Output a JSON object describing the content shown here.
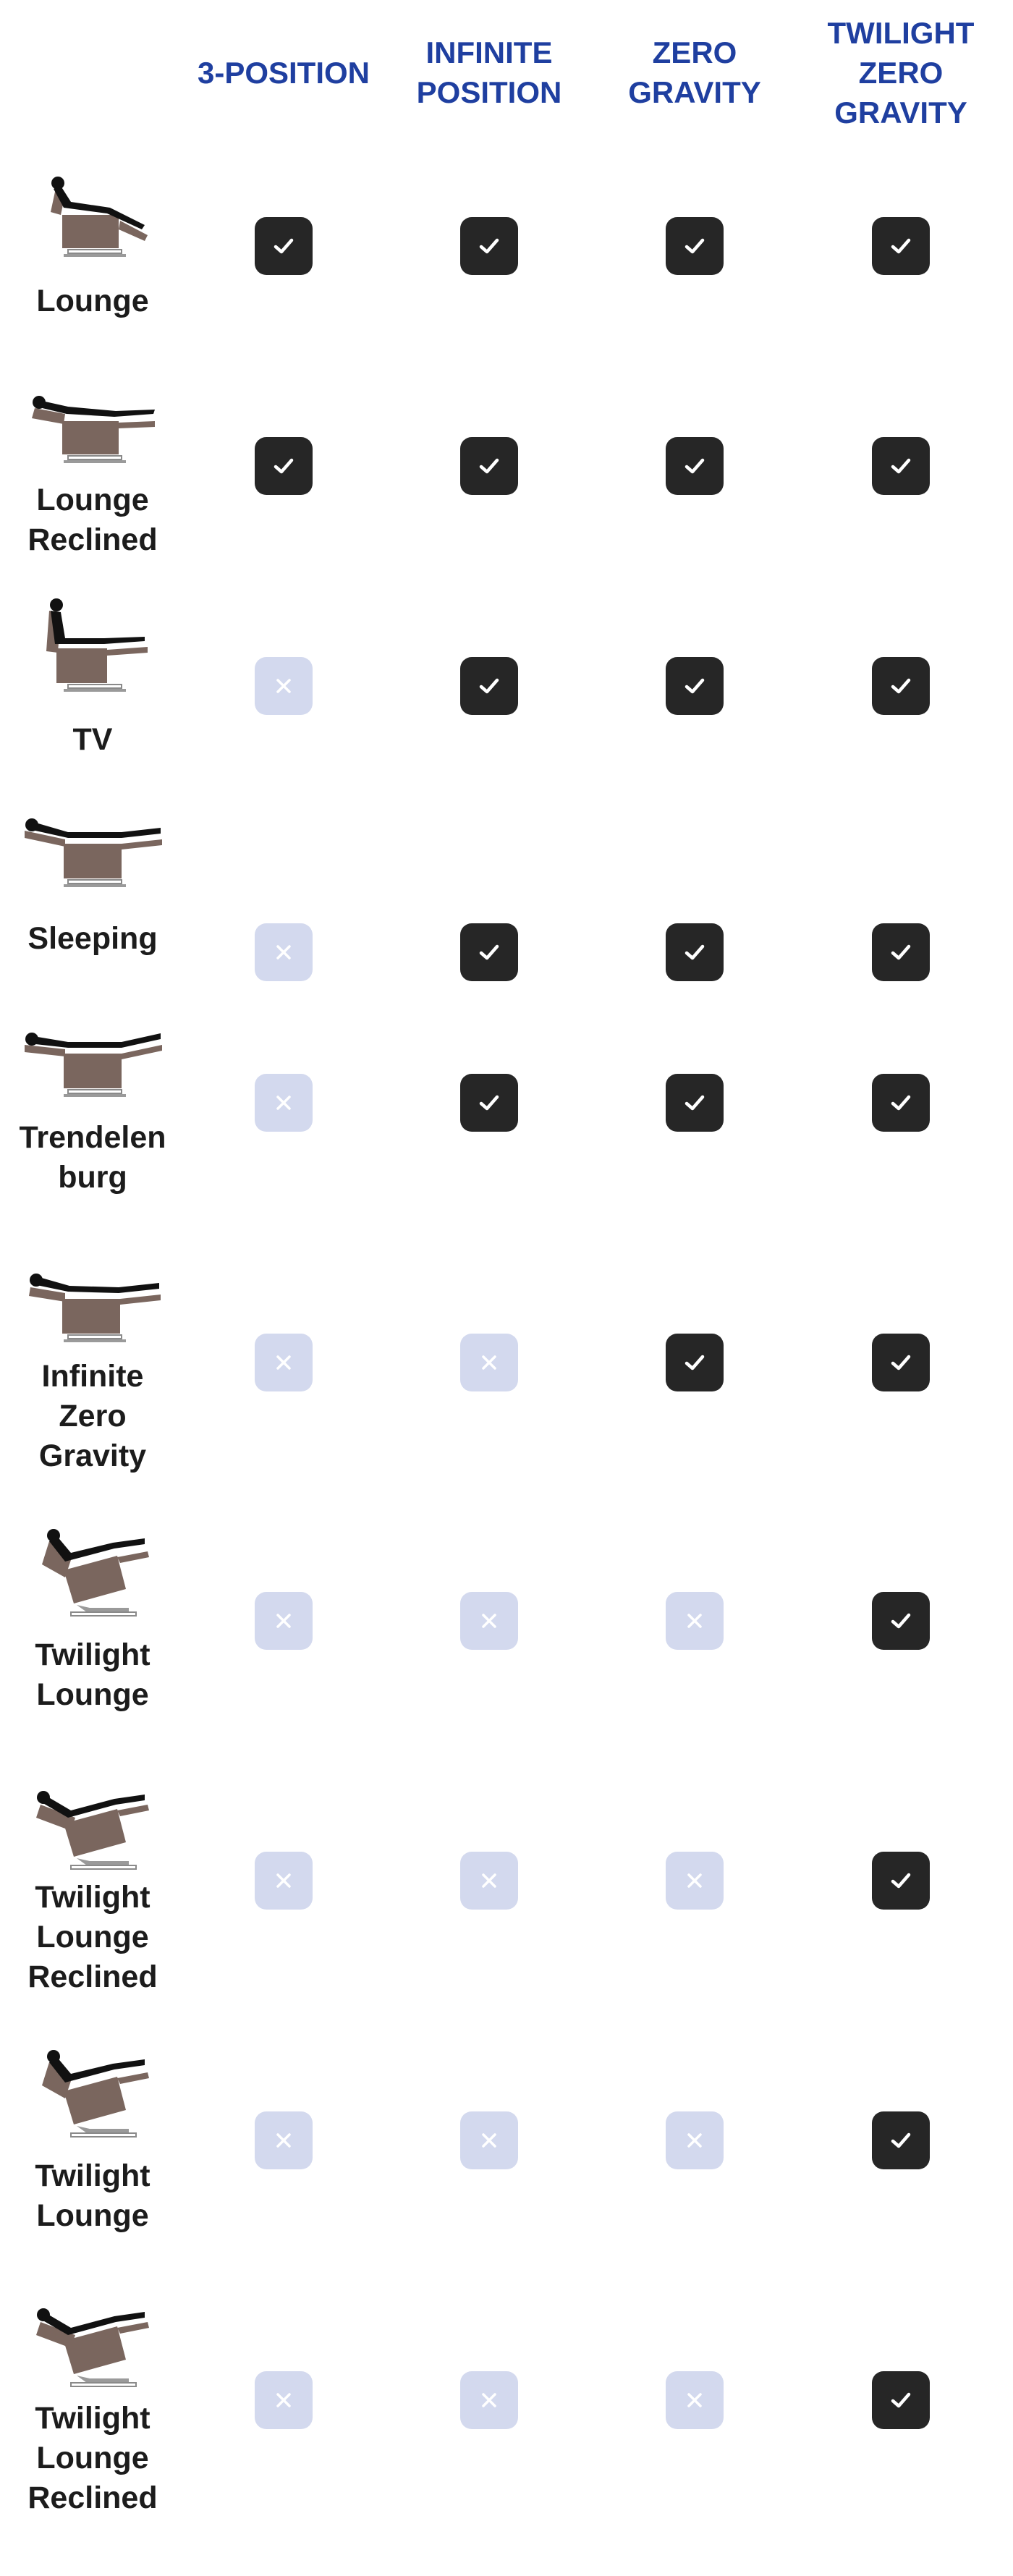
{
  "table": {
    "columns": [
      {
        "label": "3-POSITION"
      },
      {
        "label": "INFINITE\nPOSITION"
      },
      {
        "label": "ZERO\nGRAVITY"
      },
      {
        "label": "TWILIGHT\nZERO\nGRAVITY"
      }
    ],
    "rows": [
      {
        "label": "Lounge",
        "icon": "chair-lounge-icon",
        "pose": "lounge",
        "marks": [
          true,
          true,
          true,
          true
        ]
      },
      {
        "label": "Lounge\nReclined",
        "icon": "chair-lounge-reclined-icon",
        "pose": "reclined",
        "marks": [
          true,
          true,
          true,
          true
        ]
      },
      {
        "label": "TV",
        "icon": "chair-tv-icon",
        "pose": "tv",
        "marks": [
          false,
          true,
          true,
          true
        ]
      },
      {
        "label": "Sleeping",
        "icon": "chair-sleeping-icon",
        "pose": "sleeping",
        "marks": [
          false,
          true,
          true,
          true
        ]
      },
      {
        "label": "Trendelen\nburg",
        "icon": "chair-trendelenburg-icon",
        "pose": "trendelenburg",
        "marks": [
          false,
          true,
          true,
          true
        ]
      },
      {
        "label": "Infinite\nZero\nGravity",
        "icon": "chair-infinite-zero-gravity-icon",
        "pose": "zerogravity",
        "marks": [
          false,
          false,
          true,
          true
        ]
      },
      {
        "label": "Twilight\nLounge",
        "icon": "chair-twilight-lounge-icon",
        "pose": "twilight",
        "marks": [
          false,
          false,
          false,
          true
        ]
      },
      {
        "label": "Twilight\nLounge\nReclined",
        "icon": "chair-twilight-lounge-reclined-icon",
        "pose": "twilight-reclined",
        "marks": [
          false,
          false,
          false,
          true
        ]
      },
      {
        "label": "Twilight\nLounge",
        "icon": "chair-twilight-lounge-icon",
        "pose": "twilight",
        "marks": [
          false,
          false,
          false,
          true
        ]
      },
      {
        "label": "Twilight\nLounge\nReclined",
        "icon": "chair-twilight-lounge-reclined-icon",
        "pose": "twilight-reclined",
        "marks": [
          false,
          false,
          false,
          true
        ]
      }
    ]
  },
  "icons": {
    "yes": "check-icon",
    "no": "cross-icon"
  },
  "colors": {
    "header_text": "#1f3fa0",
    "label_text": "#1c1c1c",
    "check_box": "#262626",
    "cross_box": "#d3d9ee",
    "chair_body": "#7a665e",
    "person": "#111111"
  }
}
